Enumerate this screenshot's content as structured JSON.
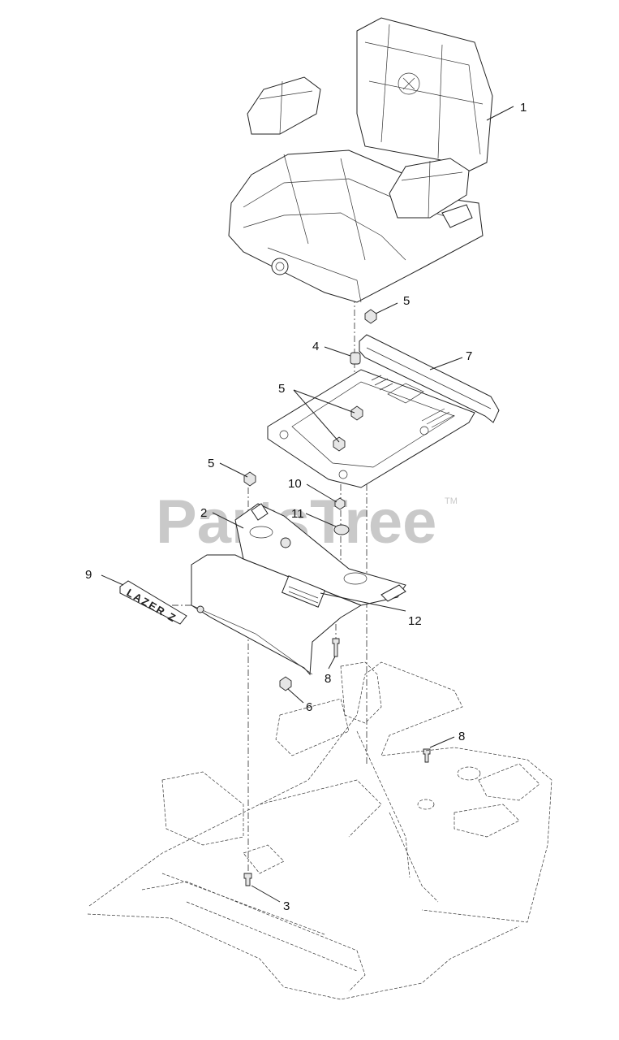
{
  "watermark": {
    "text": "PartsTree",
    "trademark": "TM"
  },
  "badge": {
    "text": "LAZER Z"
  },
  "callouts": [
    {
      "id": "callout-1",
      "text": "1"
    },
    {
      "id": "callout-5-top",
      "text": "5"
    },
    {
      "id": "callout-4",
      "text": "4"
    },
    {
      "id": "callout-7",
      "text": "7"
    },
    {
      "id": "callout-5-plate",
      "text": "5"
    },
    {
      "id": "callout-5-left",
      "text": "5"
    },
    {
      "id": "callout-10",
      "text": "10"
    },
    {
      "id": "callout-2",
      "text": "2"
    },
    {
      "id": "callout-11",
      "text": "11"
    },
    {
      "id": "callout-9",
      "text": "9"
    },
    {
      "id": "callout-12",
      "text": "12"
    },
    {
      "id": "callout-8-upper",
      "text": "8"
    },
    {
      "id": "callout-6",
      "text": "6"
    },
    {
      "id": "callout-8-right",
      "text": "8"
    },
    {
      "id": "callout-3",
      "text": "3"
    }
  ]
}
